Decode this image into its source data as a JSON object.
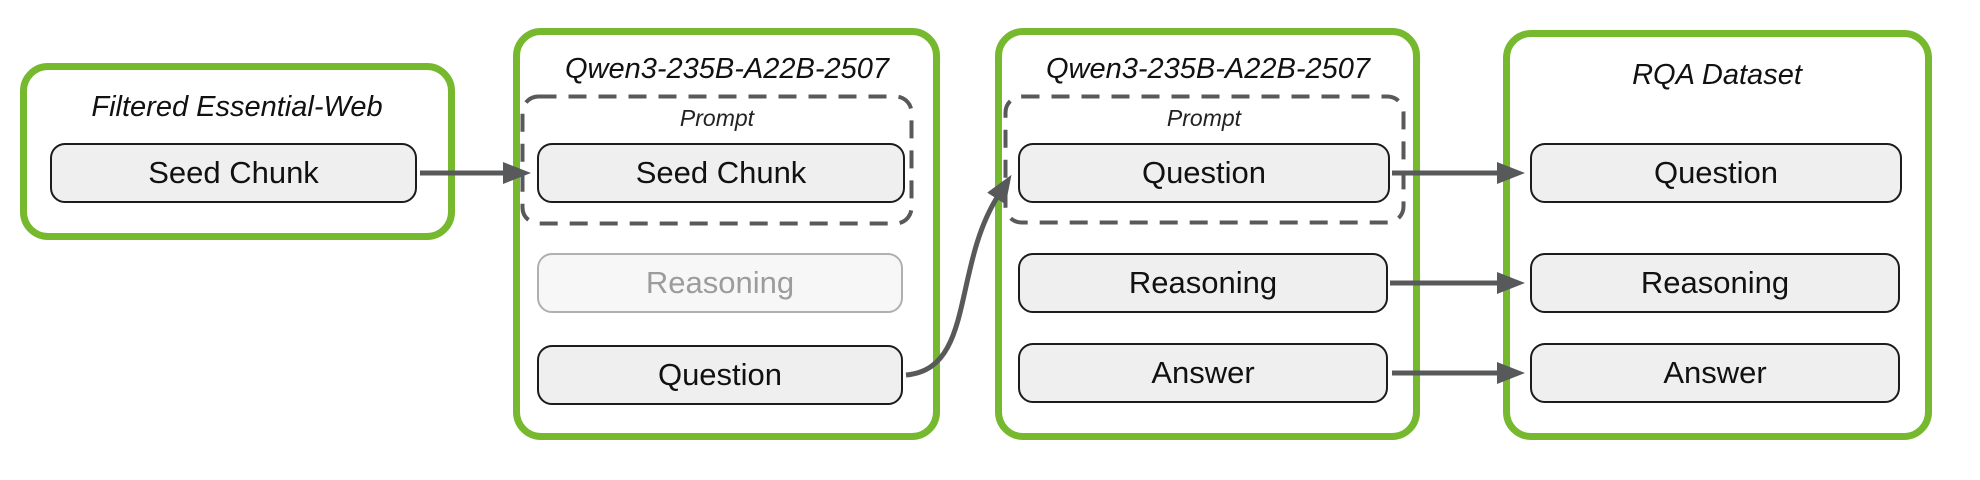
{
  "figure": {
    "description": "RQA dataset generation pipeline diagram"
  },
  "groups": [
    {
      "id": "filtered-essential-web",
      "title": "Filtered Essential-Web",
      "nodes": [
        {
          "label": "Seed Chunk",
          "state": "active"
        }
      ]
    },
    {
      "id": "qwen-stage-1",
      "title": "Qwen3-235B-A22B-2507",
      "prompt_label": "Prompt",
      "nodes": [
        {
          "label": "Seed Chunk",
          "state": "active",
          "in_prompt": true
        },
        {
          "label": "Reasoning",
          "state": "inactive",
          "in_prompt": false
        },
        {
          "label": "Question",
          "state": "active",
          "in_prompt": false
        }
      ]
    },
    {
      "id": "qwen-stage-2",
      "title": "Qwen3-235B-A22B-2507",
      "prompt_label": "Prompt",
      "nodes": [
        {
          "label": "Question",
          "state": "active",
          "in_prompt": true
        },
        {
          "label": "Reasoning",
          "state": "active",
          "in_prompt": false
        },
        {
          "label": "Answer",
          "state": "active",
          "in_prompt": false
        }
      ]
    },
    {
      "id": "rqa-dataset",
      "title": "RQA Dataset",
      "nodes": [
        {
          "label": "Question",
          "state": "active"
        },
        {
          "label": "Reasoning",
          "state": "active"
        },
        {
          "label": "Answer",
          "state": "active"
        }
      ]
    }
  ],
  "edges": [
    {
      "from": "filtered-essential-web.seed-chunk",
      "to": "qwen-stage-1.prompt.seed-chunk",
      "shape": "straight"
    },
    {
      "from": "qwen-stage-1.question",
      "to": "qwen-stage-2.prompt.question",
      "shape": "s-curve"
    },
    {
      "from": "qwen-stage-2.question",
      "to": "rqa-dataset.question",
      "shape": "straight"
    },
    {
      "from": "qwen-stage-2.reasoning",
      "to": "rqa-dataset.reasoning",
      "shape": "straight"
    },
    {
      "from": "qwen-stage-2.answer",
      "to": "rqa-dataset.answer",
      "shape": "straight"
    }
  ],
  "colors": {
    "group_border": "#76b82e",
    "arrow": "#58595b",
    "node_fill": "#efefef",
    "node_border": "#1c1c1c",
    "inactive_fill": "#f7f7f7",
    "inactive_border": "#b0b0b0",
    "inactive_text": "#9c9c9c",
    "title_text": "#111111"
  }
}
